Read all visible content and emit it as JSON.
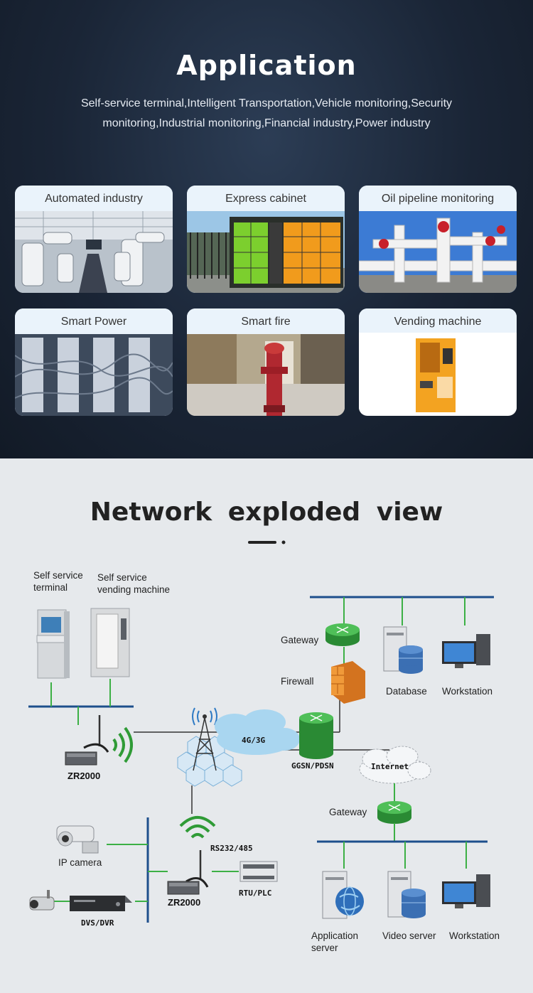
{
  "application": {
    "title": "Application",
    "description": "Self-service terminal,Intelligent Transportation,Vehicle monitoring,Security monitoring,Industrial monitoring,Financial industry,Power industry",
    "cards": [
      {
        "label": "Automated industry"
      },
      {
        "label": "Express cabinet"
      },
      {
        "label": "Oil pipeline monitoring"
      },
      {
        "label": "Smart Power"
      },
      {
        "label": "Smart fire"
      },
      {
        "label": "Vending machine"
      }
    ]
  },
  "network": {
    "title": "Network exploded view",
    "labels": {
      "self_service_terminal": "Self service terminal",
      "self_service_vending": "Self service vending machine",
      "gateway_top": "Gateway",
      "firewall": "Firewall",
      "database": "Database",
      "workstation_top": "Workstation",
      "zr2000_top": "ZR2000",
      "cloud_4g": "4G/3G",
      "ggsn": "GGSN/PDSN",
      "internet": "Internet",
      "gateway_bottom": "Gateway",
      "ip_camera": "IP camera",
      "rs232": "RS232/485",
      "zr2000_bottom": "ZR2000",
      "rtu": "RTU/PLC",
      "dvs": "DVS/DVR",
      "app_server": "Application server",
      "video_server": "Video server",
      "workstation_bottom": "Workstation"
    }
  },
  "colors": {
    "router_green": "#2e9a3e",
    "link_green": "#3cb045",
    "bus_blue": "#1d4f8c",
    "firewall": "#e9862f",
    "cloud": "#9fd0ee"
  }
}
